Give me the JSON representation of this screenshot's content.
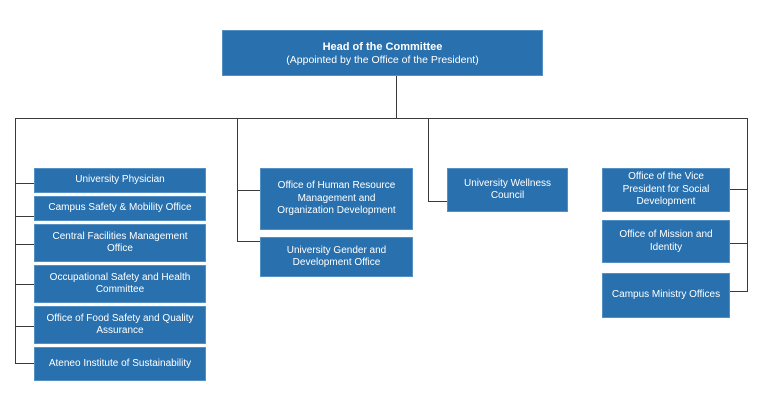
{
  "org_chart": {
    "root": {
      "title": "Head of the Committee",
      "subtitle": "(Appointed by the Office of the President)"
    },
    "branches": [
      {
        "name": "left-branch",
        "nodes": [
          {
            "label": "University Physician"
          },
          {
            "label": "Campus Safety & Mobility Office"
          },
          {
            "label": "Central Facilities Management\nOffice"
          },
          {
            "label": "Occupational Safety and Health\nCommittee"
          },
          {
            "label": "Office of Food Safety and Quality\nAssurance"
          },
          {
            "label": "Ateneo Institute of Sustainability"
          }
        ]
      },
      {
        "name": "center-left-branch",
        "nodes": [
          {
            "label": "Office of Human Resource\nManagement  and\nOrganization Development"
          },
          {
            "label": "University Gender and\nDevelopment Office"
          }
        ]
      },
      {
        "name": "center-right-branch",
        "nodes": [
          {
            "label": "University Wellness\nCouncil"
          }
        ]
      },
      {
        "name": "right-branch",
        "nodes": [
          {
            "label": "Office of the Vice\nPresident for Social\nDevelopment"
          },
          {
            "label": "Office of Mission and\nIdentity"
          },
          {
            "label": "Campus Ministry Offices"
          }
        ]
      }
    ]
  },
  "colors": {
    "node_fill": "#2970ae",
    "node_border": "#5590c4",
    "node_text": "#ffffff",
    "connector": "#3a3a3a",
    "background": "#ffffff"
  }
}
